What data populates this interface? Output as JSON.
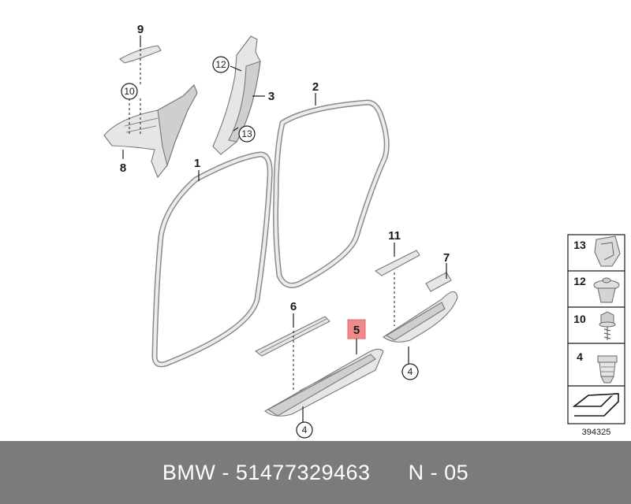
{
  "callouts": {
    "c1": "1",
    "c2": "2",
    "c3": "3",
    "c5": "5",
    "c6": "6",
    "c7": "7",
    "c8": "8",
    "c9": "9",
    "c11": "11"
  },
  "circled": {
    "c10": "10",
    "c12": "12",
    "c13": "13",
    "c4a": "4",
    "c4b": "4"
  },
  "legend": {
    "items": [
      "13",
      "12",
      "10",
      "4"
    ],
    "reference": "394325"
  },
  "highlight_color": "#f08a8a",
  "footer": {
    "brand": "BMW",
    "sep1": " - ",
    "part_number": "51477329463",
    "gap": "      ",
    "position": "N - 05"
  }
}
